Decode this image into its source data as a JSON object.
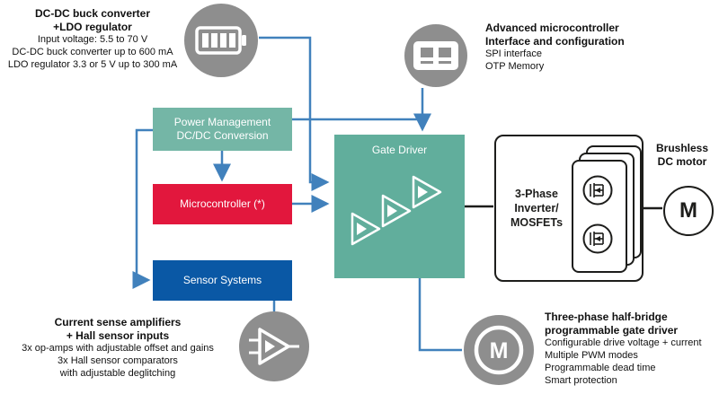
{
  "diagram": {
    "notes": {
      "power_supply": {
        "bold1": "DC-DC buck converter",
        "bold2": "+LDO regulator",
        "line1": "Input voltage: 5.5 to 70 V",
        "line2": "DC-DC buck converter up to 600 mA",
        "line3": "LDO regulator 3.3 or 5 V up to 300 mA"
      },
      "mcu": {
        "bold1": "Advanced microcontroller",
        "bold2": "Interface and configuration",
        "line1": "SPI interface",
        "line2": "OTP Memory"
      },
      "current_sense": {
        "bold1": "Current sense amplifiers",
        "bold2": "+ Hall sensor inputs",
        "line1": "3x op-amps with adjustable offset and gains",
        "line2": "3x Hall sensor comparators",
        "line3": "with adjustable deglitching"
      },
      "gate_driver": {
        "bold1": "Three-phase half-bridge",
        "bold2": "programmable gate driver",
        "line1": "Configurable drive voltage + current",
        "line2": "Multiple PWM modes",
        "line3": "Programmable dead time",
        "line4": "Smart protection"
      }
    },
    "blocks": {
      "power_mgmt_line1": "Power Management",
      "power_mgmt_line2": "DC/DC Conversion",
      "microcontroller": "Microcontroller (*)",
      "sensor_systems": "Sensor Systems",
      "gate_driver": "Gate Driver",
      "inverter_line1": "3-Phase",
      "inverter_line2": "Inverter/",
      "inverter_line3": "MOSFETs",
      "motor_letter": "M",
      "motor_caption_line1": "Brushless",
      "motor_caption_line2": "DC motor",
      "motor_icon_letter": "M"
    },
    "colors": {
      "teal": "#74b6a6",
      "teal_dark": "#61ae9c",
      "red": "#e2173d",
      "blue": "#0a58a5",
      "connector_blue": "#4181bc",
      "annotation_gray": "#8e8e8e",
      "ink": "#1d1d1b"
    }
  }
}
